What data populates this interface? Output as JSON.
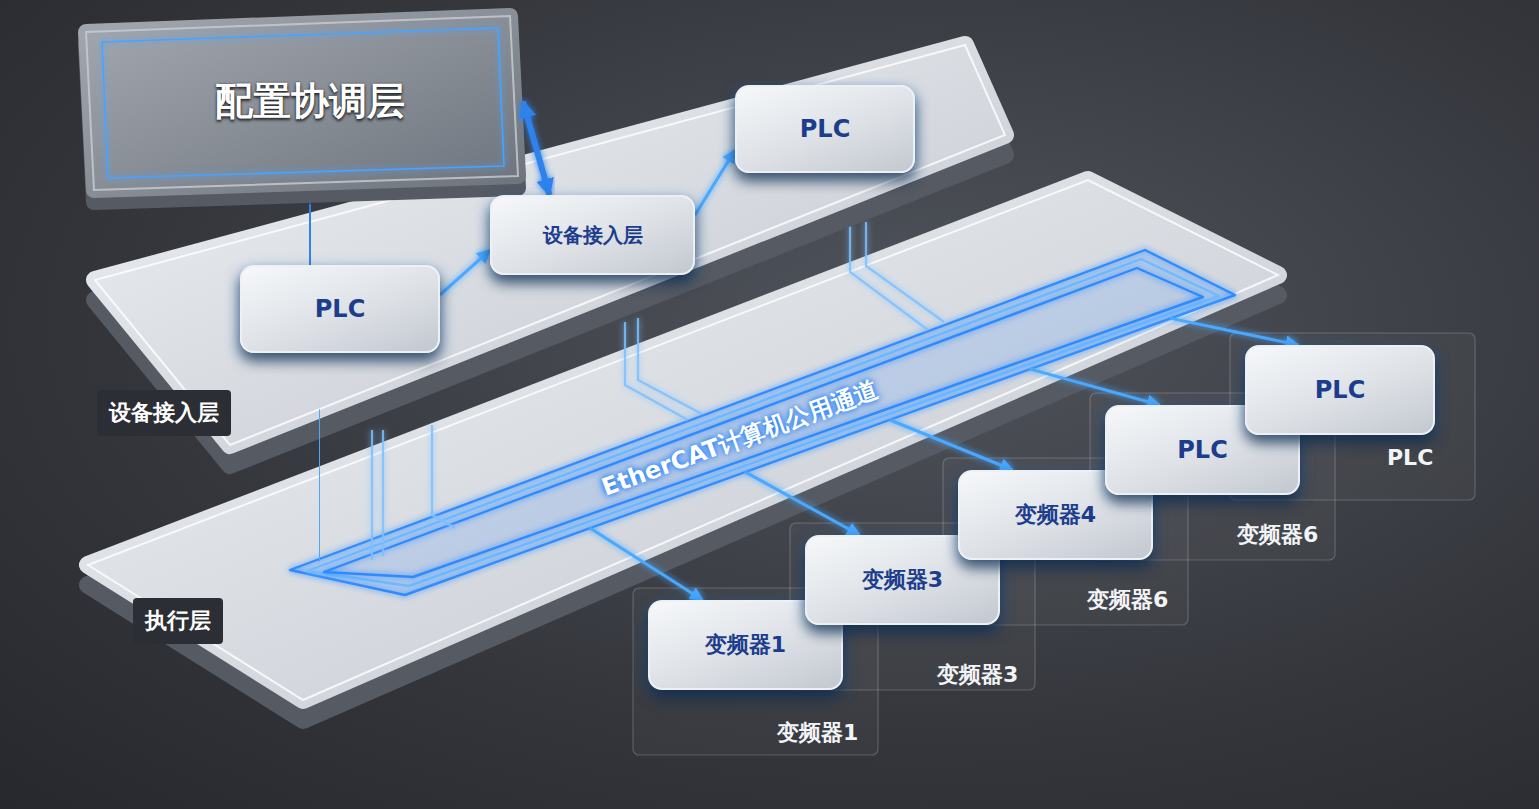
{
  "diagram": {
    "nodes": [
      {
        "text": [
          "配置协调层"
        ]
      },
      {
        "text": [
          "设备接入层"
        ]
      },
      {
        "text": [
          "PLC"
        ],
        "in": 1
      },
      {
        "text": [
          "设备接入层"
        ],
        "in": 1
      },
      {
        "text": [
          "PLC"
        ],
        "in": 1
      },
      {
        "text": [
          "执行层"
        ]
      },
      {
        "text": [
          "EtherCAT计算机公用通道"
        ],
        "in": 5
      },
      {
        "text": [
          "变频器1",
          "变频器1"
        ]
      },
      {
        "text": [
          "变频器3",
          "变频器3"
        ]
      },
      {
        "text": [
          "变频器4",
          "变频器6"
        ]
      },
      {
        "text": [
          "PLC",
          "变频器6"
        ]
      },
      {
        "text": [
          "PLC",
          "PLC"
        ]
      }
    ],
    "edges": [
      {
        "from": 0,
        "to": 2,
        "arrow": "both"
      },
      {
        "from": 0,
        "to": 3,
        "arrow": "both"
      },
      {
        "from": 2,
        "to": 3,
        "arrow": "to"
      },
      {
        "from": 3,
        "to": 4,
        "arrow": "to"
      },
      {
        "from": 1,
        "to": 6,
        "arrow": "to"
      },
      {
        "from": 6,
        "to": 7,
        "arrow": "to"
      },
      {
        "from": 6,
        "to": 8,
        "arrow": "to"
      },
      {
        "from": 6,
        "to": 9,
        "arrow": "to"
      },
      {
        "from": 6,
        "to": 10,
        "arrow": "to"
      },
      {
        "from": 6,
        "to": 11,
        "arrow": "to"
      }
    ]
  }
}
